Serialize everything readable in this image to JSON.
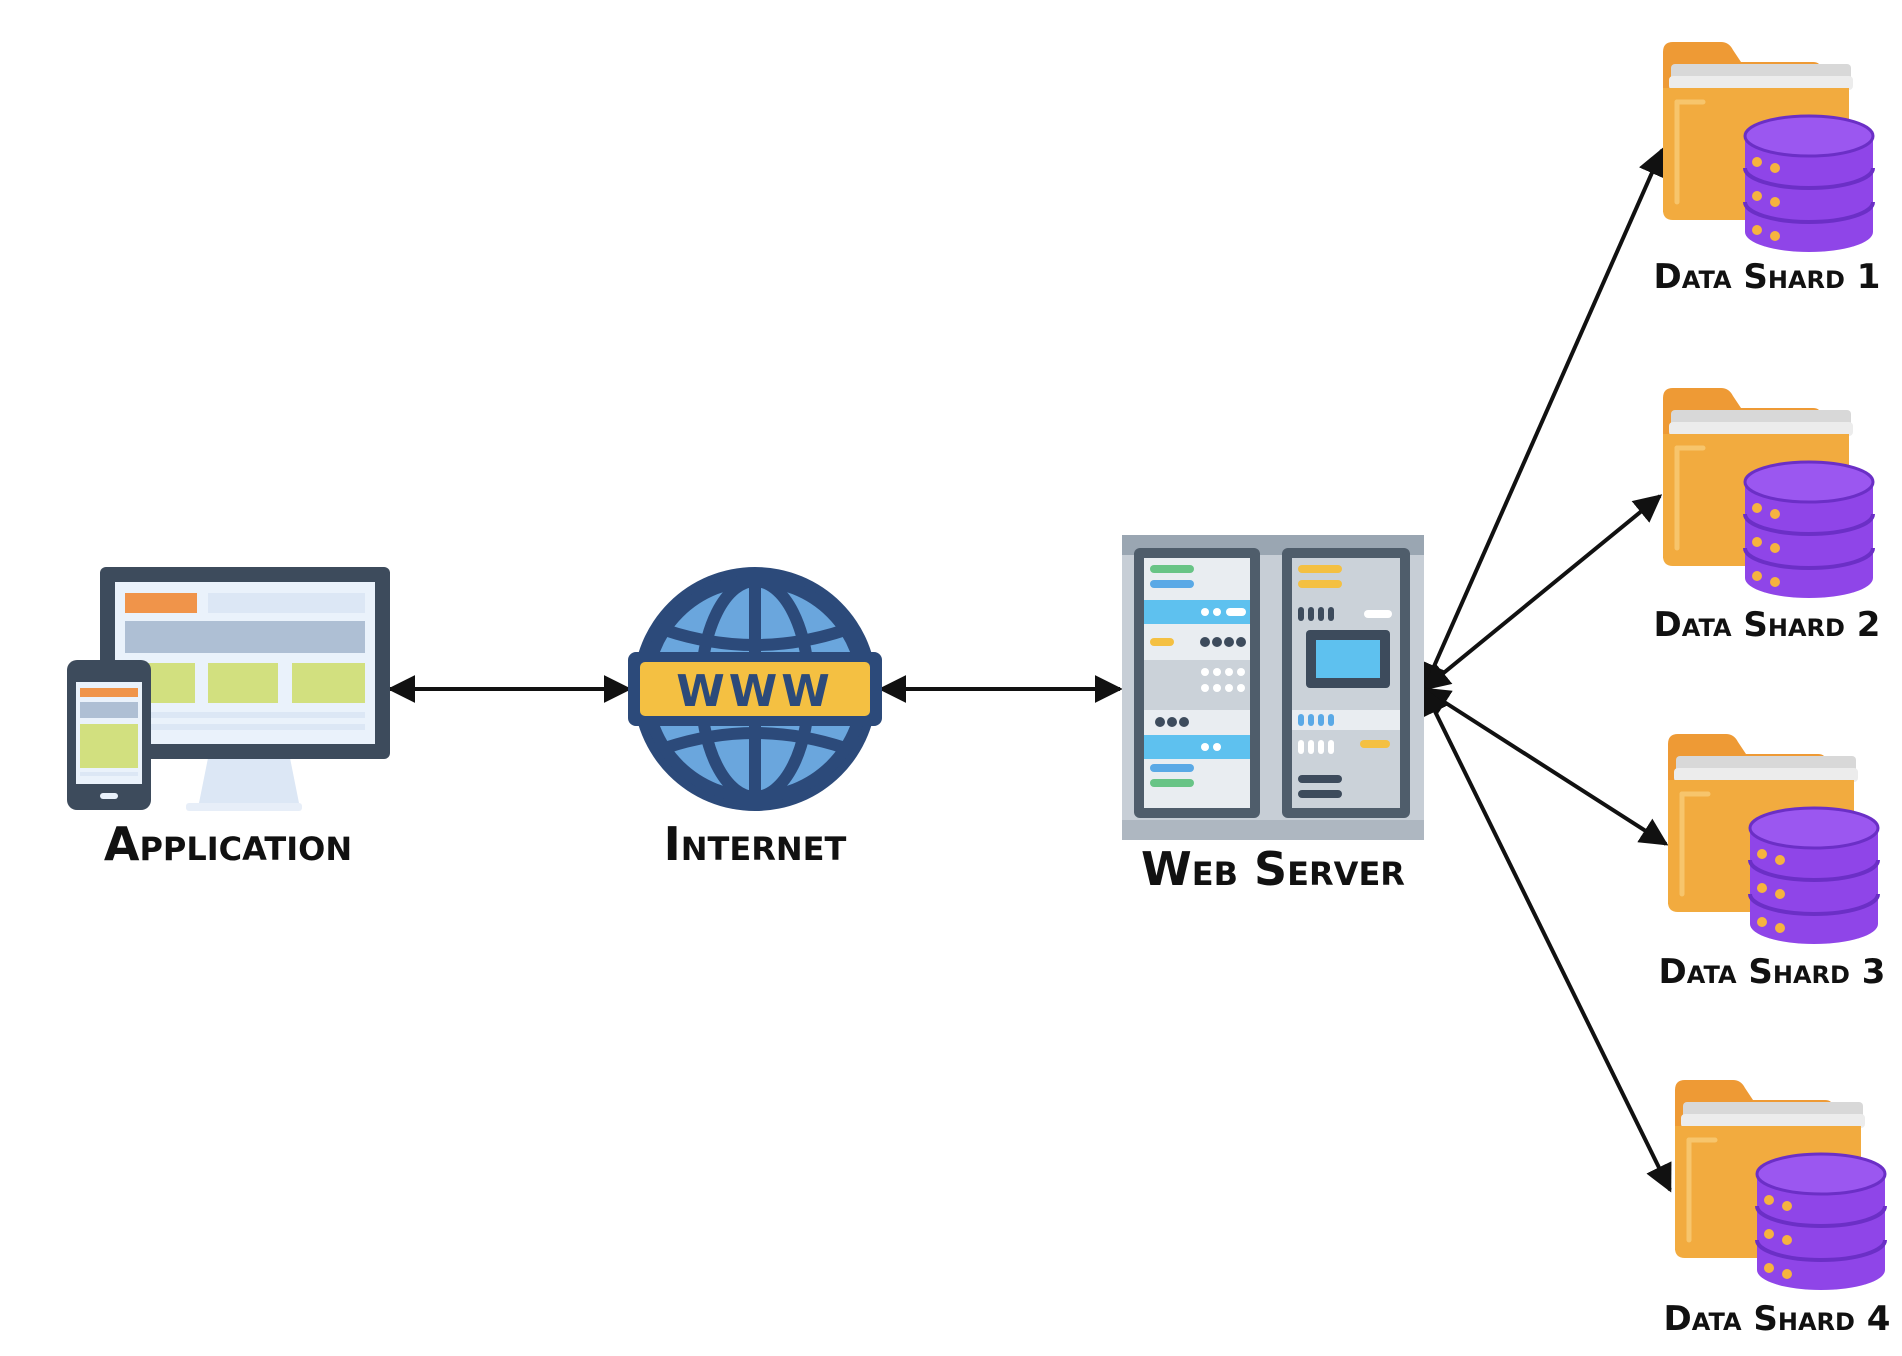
{
  "nodes": {
    "application": {
      "label": "Application"
    },
    "internet": {
      "label": "Internet",
      "badge": "WWW"
    },
    "web_server": {
      "label": "Web Server"
    },
    "shards": [
      {
        "label": "Data Shard 1"
      },
      {
        "label": "Data Shard 2"
      },
      {
        "label": "Data Shard 3"
      },
      {
        "label": "Data Shard 4"
      }
    ]
  },
  "colors": {
    "monitor_frame": "#3d4b5c",
    "monitor_screen": "#eaf2fb",
    "screen_orange": "#f0944a",
    "screen_blue": "#aebfd4",
    "screen_green": "#d2e07f",
    "globe_dark": "#2c4a7a",
    "globe_light": "#6aa6dd",
    "www_yellow": "#f4c042",
    "rack_frame": "#4f5d6b",
    "rack_body": "#c7ced6",
    "folder_orange": "#f2ab3f",
    "folder_dark": "#ee9a35",
    "db_purple": "#8f45e8",
    "db_dark": "#6b2fc6",
    "db_dot": "#f6b33f",
    "arrow": "#111111"
  }
}
